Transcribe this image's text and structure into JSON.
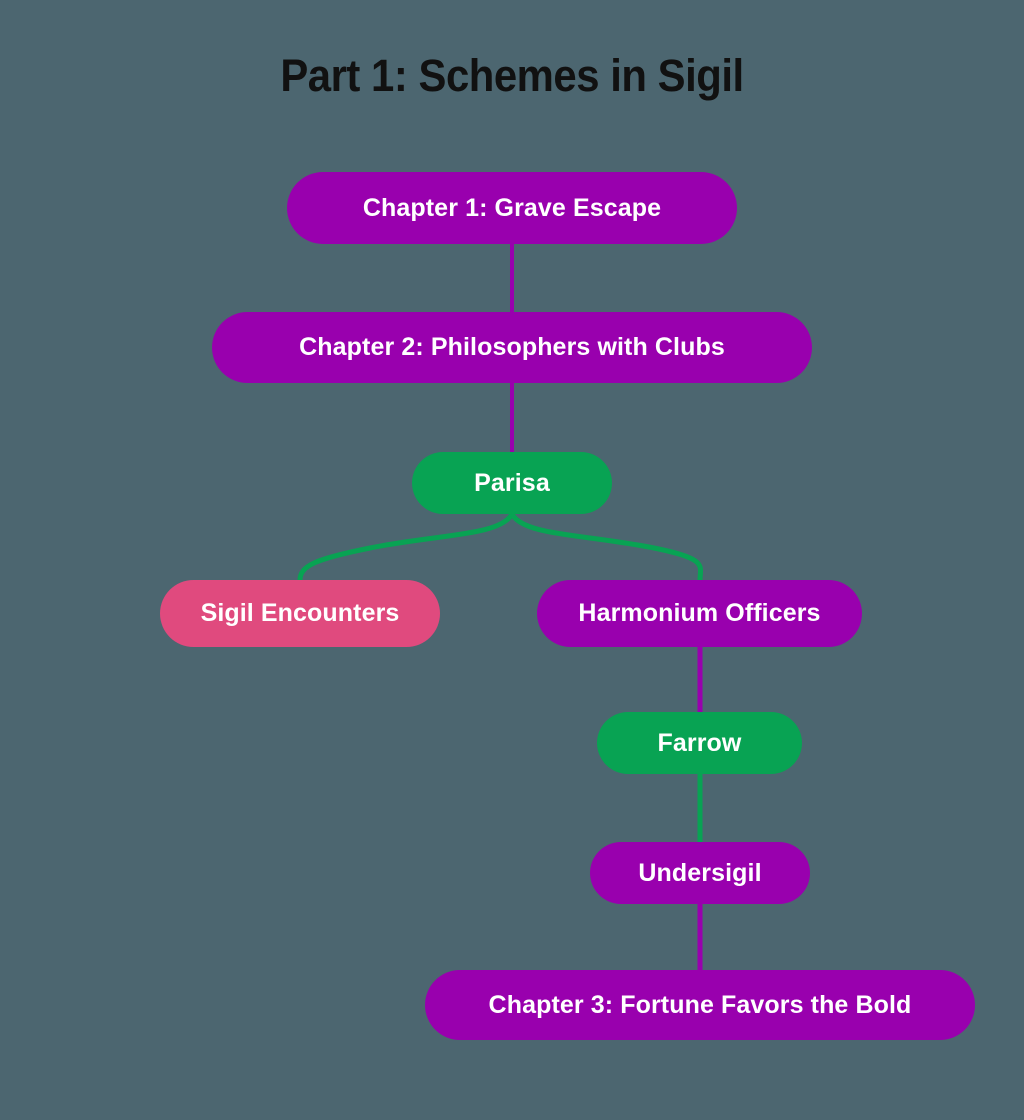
{
  "diagram": {
    "title": "Part 1: Schemes in Sigil",
    "background_color": "#4C6670",
    "title_color": "#111111",
    "palette": {
      "purple": "#9900AE",
      "green": "#08A353",
      "pink": "#E04A7E",
      "node_text": "#FFFFFF"
    },
    "nodes": [
      {
        "id": "chapter-1",
        "label": "Chapter 1: Grave Escape",
        "color": "purple"
      },
      {
        "id": "chapter-2",
        "label": "Chapter 2: Philosophers with Clubs",
        "color": "purple"
      },
      {
        "id": "parisa",
        "label": "Parisa",
        "color": "green"
      },
      {
        "id": "sigil-encounters",
        "label": "Sigil Encounters",
        "color": "pink"
      },
      {
        "id": "harmonium-officers",
        "label": "Harmonium Officers",
        "color": "purple"
      },
      {
        "id": "farrow",
        "label": "Farrow",
        "color": "green"
      },
      {
        "id": "undersigil",
        "label": "Undersigil",
        "color": "purple"
      },
      {
        "id": "chapter-3",
        "label": "Chapter 3: Fortune Favors the Bold",
        "color": "purple"
      }
    ],
    "edges": [
      {
        "from": "chapter-1",
        "to": "chapter-2",
        "color": "#9900AE",
        "shape": "straight"
      },
      {
        "from": "chapter-2",
        "to": "parisa",
        "color": "#9900AE",
        "shape": "straight"
      },
      {
        "from": "parisa",
        "to": "sigil-encounters",
        "color": "#08A353",
        "shape": "curve"
      },
      {
        "from": "parisa",
        "to": "harmonium-officers",
        "color": "#08A353",
        "shape": "curve"
      },
      {
        "from": "harmonium-officers",
        "to": "farrow",
        "color": "#9900AE",
        "shape": "straight"
      },
      {
        "from": "farrow",
        "to": "undersigil",
        "color": "#08A353",
        "shape": "straight"
      },
      {
        "from": "undersigil",
        "to": "chapter-3",
        "color": "#9900AE",
        "shape": "straight"
      }
    ]
  }
}
